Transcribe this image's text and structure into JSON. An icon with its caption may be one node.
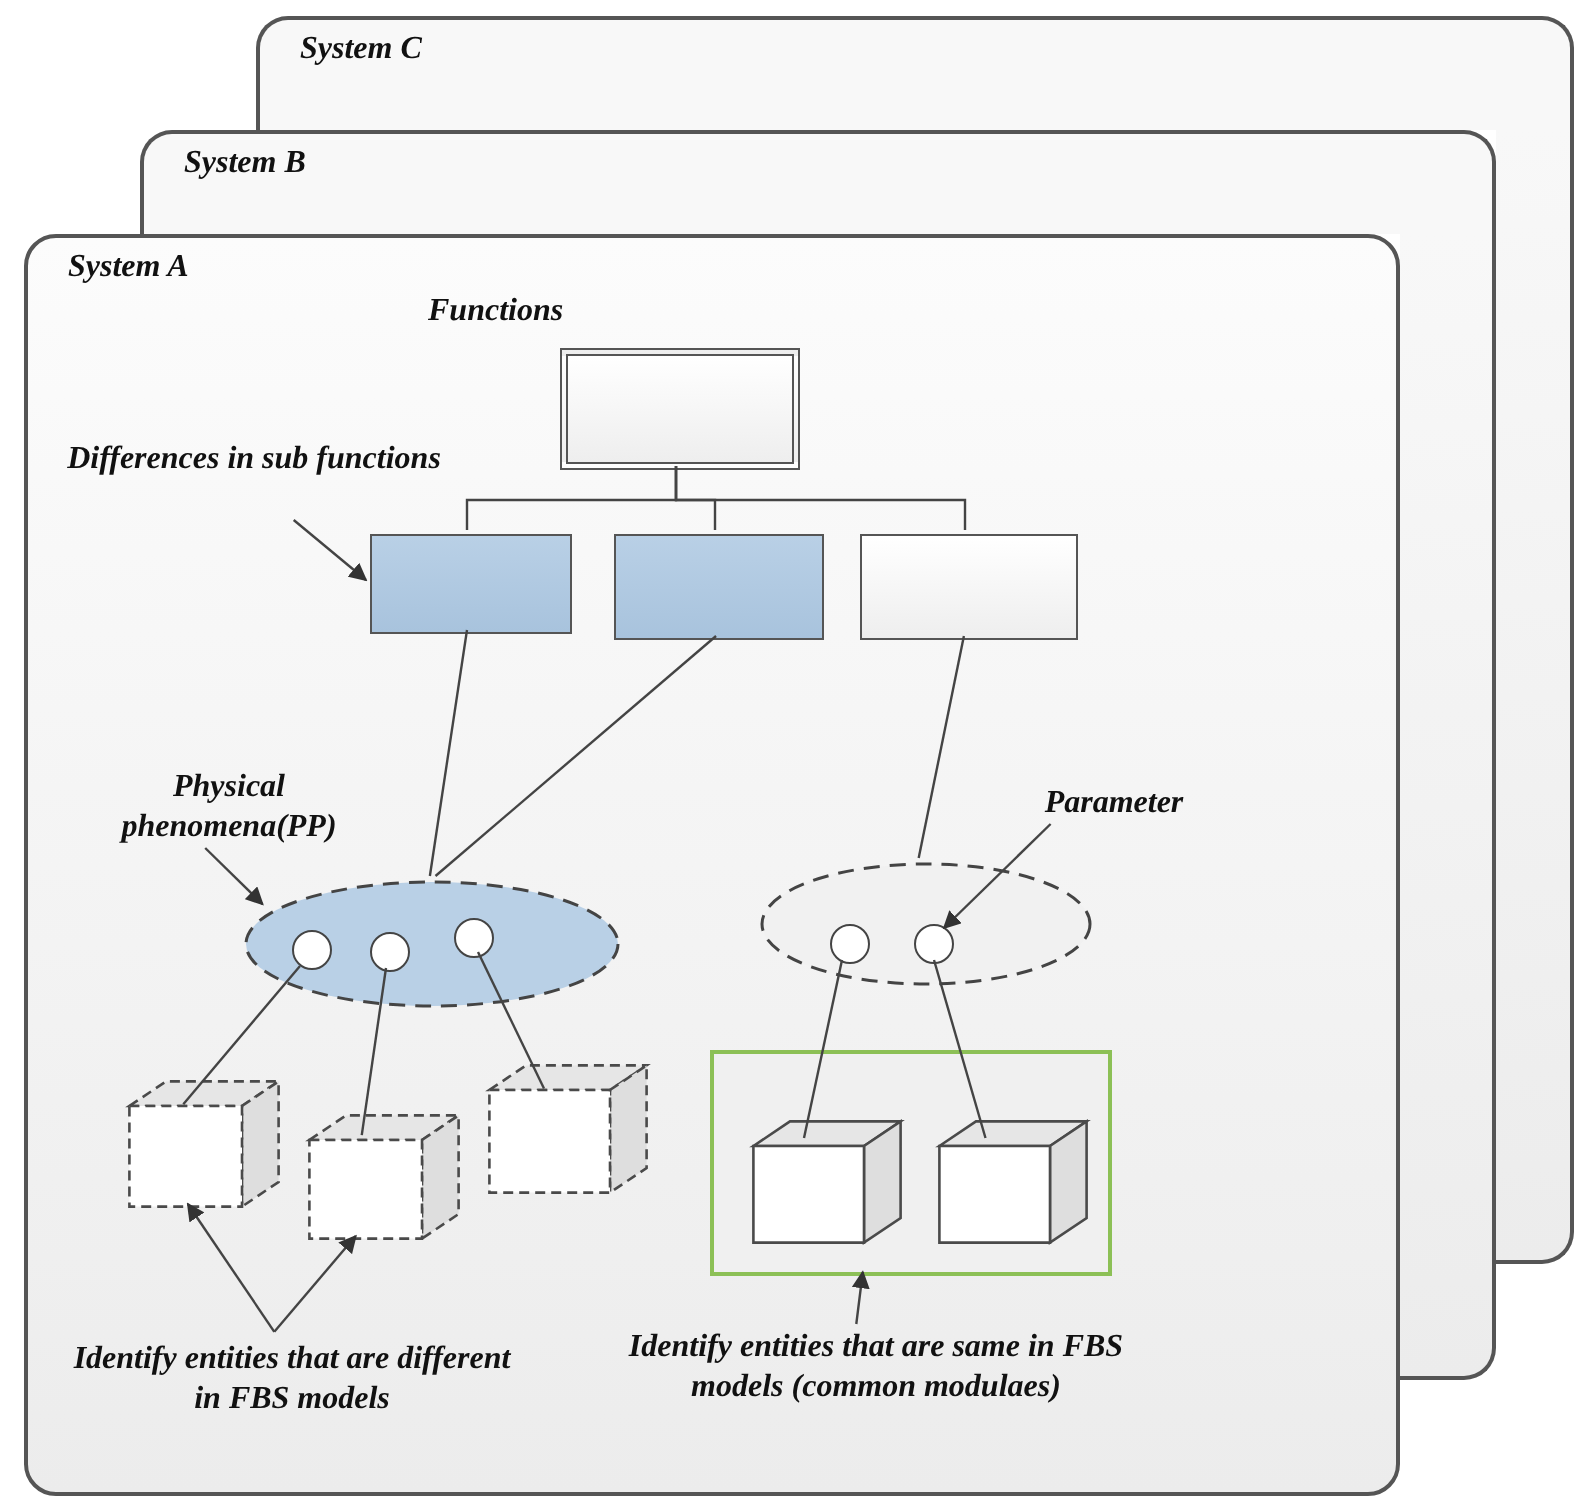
{
  "diagram": {
    "nodes": [
      {
        "text": [
          "System C"
        ]
      },
      {
        "text": [
          "System B"
        ]
      },
      {
        "text": [
          "System A"
        ]
      },
      {
        "text": [
          "Functions"
        ],
        "in": 2
      },
      {
        "text": [],
        "shape": "box",
        "in": 2
      },
      {
        "text": [],
        "shape": "box",
        "in": 2
      },
      {
        "text": [],
        "shape": "box",
        "in": 2
      },
      {
        "text": [
          "Differences in sub functions"
        ],
        "in": 2
      },
      {
        "text": [
          "Physical phenomena(PP)"
        ],
        "in": 2
      },
      {
        "text": [],
        "shape": "ellipse",
        "in": 2
      },
      {
        "text": [],
        "shape": "circle",
        "in": 9
      },
      {
        "text": [],
        "shape": "circle",
        "in": 9
      },
      {
        "text": [],
        "shape": "circle",
        "in": 9
      },
      {
        "text": [
          "Parameter"
        ],
        "in": 2
      },
      {
        "text": [],
        "shape": "ellipse",
        "in": 2
      },
      {
        "text": [],
        "shape": "circle",
        "in": 14
      },
      {
        "text": [],
        "shape": "circle",
        "in": 14
      },
      {
        "text": [],
        "shape": "cube",
        "in": 2
      },
      {
        "text": [],
        "shape": "cube",
        "in": 2
      },
      {
        "text": [],
        "shape": "cube",
        "in": 2
      },
      {
        "text": [],
        "shape": "box",
        "in": 2
      },
      {
        "text": [],
        "shape": "cube",
        "in": 20
      },
      {
        "text": [],
        "shape": "cube",
        "in": 20
      },
      {
        "text": [
          "Identify entities that are different in FBS models"
        ],
        "in": 2
      },
      {
        "text": [
          "Identify entities that are same in FBS models (common modulaes)"
        ],
        "in": 2
      }
    ],
    "edges": [
      {
        "from": 3,
        "to": 4,
        "arrow": "none"
      },
      {
        "from": 3,
        "to": 5,
        "arrow": "none"
      },
      {
        "from": 3,
        "to": 6,
        "arrow": "none"
      },
      {
        "from": 4,
        "to": 9,
        "arrow": "none"
      },
      {
        "from": 5,
        "to": 9,
        "arrow": "none"
      },
      {
        "from": 6,
        "to": 14,
        "arrow": "none"
      },
      {
        "from": 10,
        "to": 17,
        "arrow": "none"
      },
      {
        "from": 11,
        "to": 18,
        "arrow": "none"
      },
      {
        "from": 12,
        "to": 19,
        "arrow": "none"
      },
      {
        "from": 15,
        "to": 21,
        "arrow": "none"
      },
      {
        "from": 16,
        "to": 22,
        "arrow": "none"
      },
      {
        "from": 7,
        "to": 4,
        "arrow": "to"
      },
      {
        "from": 8,
        "to": 9,
        "arrow": "to"
      },
      {
        "from": 13,
        "to": 16,
        "arrow": "to"
      },
      {
        "from": 23,
        "to": 17,
        "arrow": "to"
      },
      {
        "from": 23,
        "to": 18,
        "arrow": "to"
      },
      {
        "from": 24,
        "to": 20,
        "arrow": "to"
      }
    ]
  }
}
